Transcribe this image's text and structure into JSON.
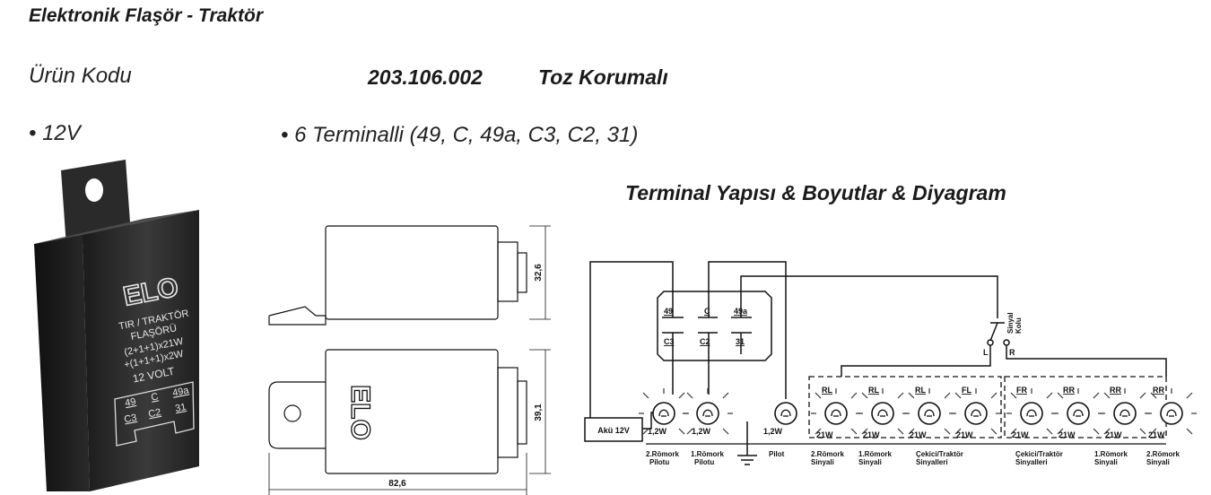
{
  "title": "Elektronik Flaşör - Traktör",
  "product": {
    "code_label": "Ürün Kodu",
    "code": "203.106.002",
    "feature": "Toz Korumalı"
  },
  "specs": {
    "voltage": "• 12V",
    "terminals": "• 6 Terminalli  (49, C, 49a, C3, C2, 31)"
  },
  "section_title": "Terminal Yapısı & Boyutlar & Diyagram",
  "device_label": {
    "brand": "ELO",
    "line1": "TIR / TRAKTÖR",
    "line2": "FLAŞÖRÜ",
    "line3": "(2+1+1)x21W",
    "line4": "+(1+1+1)x2W",
    "line5": "12 VOLT",
    "pins_top": [
      "49",
      "C",
      "49a"
    ],
    "pins_bottom": [
      "C3",
      "C2",
      "31"
    ]
  },
  "dimensions": {
    "height_top": "32,6",
    "height_front": "39,1",
    "width": "82,6",
    "brand": "ELO"
  },
  "diagram": {
    "relay_pins_top": [
      "49",
      "C",
      "49a"
    ],
    "relay_pins_bottom": [
      "C3",
      "C2",
      "31"
    ],
    "battery": "Akü 12V",
    "switch_label_1": "Sinyal",
    "switch_label_2": "Kolu",
    "switch_left": "L",
    "switch_right": "R",
    "lamp_1_2w_a": "1,2W",
    "lamp_1_2w_b": "1,2W",
    "lamp_1_2w_c": "1,2W",
    "lamp_21w": "21W",
    "lamp_tags": [
      "RL",
      "RL",
      "RL",
      "FL",
      "FR",
      "RR",
      "RR",
      "RR"
    ],
    "labels": {
      "pilot2_a": "2.Römork",
      "pilot2_b": "Pilotu",
      "pilot1_a": "1.Römork",
      "pilot1_b": "Pilotu",
      "pilot": "Pilot",
      "sig2l_a": "2.Römork",
      "sig2l_b": "Sinyali",
      "sig1l_a": "1.Römork",
      "sig1l_b": "Sinyali",
      "cekl_a": "Çekici/Traktör",
      "cekl_b": "Sinyalleri",
      "cekr_a": "Çekici/Traktör",
      "cekr_b": "Sinyalleri",
      "sig1r_a": "1.Römork",
      "sig1r_b": "Sinyali",
      "sig2r_a": "2.Römork",
      "sig2r_b": "Sinyali"
    }
  }
}
